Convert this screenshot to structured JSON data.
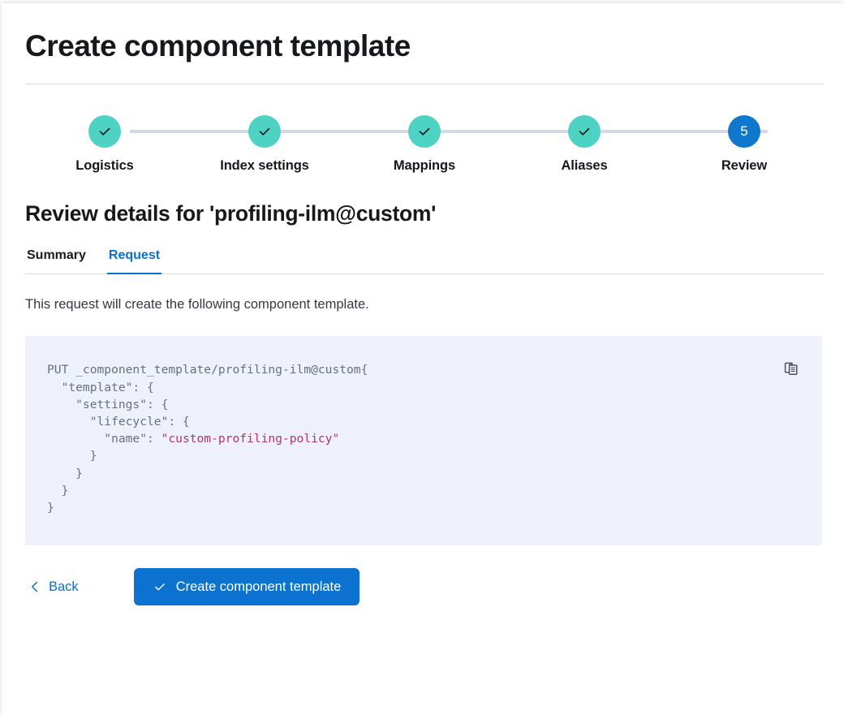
{
  "window": {
    "page_title": "Create component template"
  },
  "stepper": {
    "steps": [
      {
        "label": "Logistics",
        "state": "complete",
        "marker": "check-icon"
      },
      {
        "label": "Index settings",
        "state": "complete",
        "marker": "check-icon"
      },
      {
        "label": "Mappings",
        "state": "complete",
        "marker": "check-icon"
      },
      {
        "label": "Aliases",
        "state": "complete",
        "marker": "check-icon"
      },
      {
        "label": "Review",
        "state": "current",
        "marker": "5"
      }
    ],
    "complete_color": "#4dd2c4",
    "current_color": "#0f77cc",
    "connector_color": "#d3dae6"
  },
  "review": {
    "heading": "Review details for 'profiling-ilm@custom'",
    "tabs": [
      {
        "label": "Summary",
        "active": false
      },
      {
        "label": "Request",
        "active": true
      }
    ],
    "description": "This request will create the following component template.",
    "active_tab_color": "#0b6fce"
  },
  "code_panel": {
    "request_line": "PUT _component_template/profiling-ilm@custom",
    "body_before_value": "{\n  \"template\": {\n    \"settings\": {\n      \"lifecycle\": {\n        \"name\": ",
    "string_value": "\"custom-profiling-policy\"",
    "body_after_value": "\n      }\n    }\n  }\n}",
    "copy_button": "copy-icon",
    "background": "#eef1fa",
    "text_color": "#69707d",
    "string_color": "#b0356c"
  },
  "footer": {
    "back_label": "Back",
    "back_icon": "chevron-left-icon",
    "submit_label": "Create component template",
    "submit_icon": "check-icon",
    "submit_color": "#0b72cf"
  }
}
